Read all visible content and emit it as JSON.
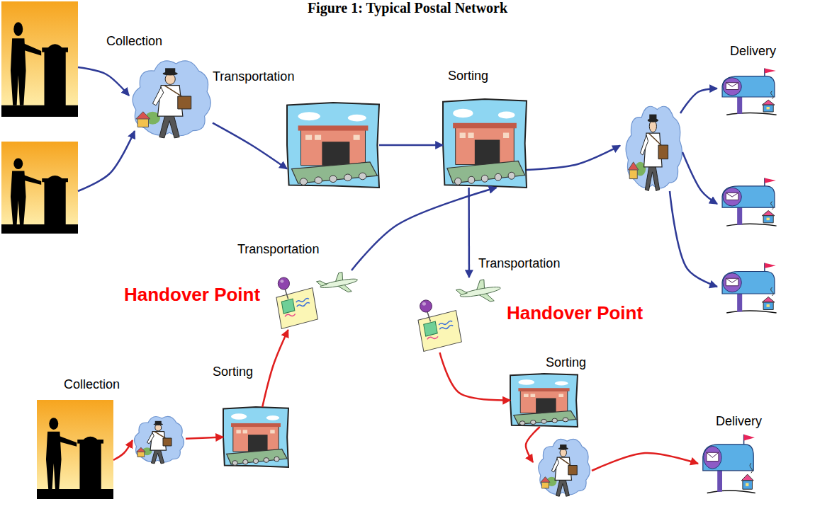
{
  "diagram": {
    "title": "Figure 1: Typical Postal Network",
    "nodes": [
      {
        "text": [
          "Collection"
        ]
      },
      {
        "text": [
          "Transportation"
        ]
      },
      {
        "text": [
          "Sorting"
        ]
      },
      {
        "text": [
          "Delivery"
        ]
      },
      {
        "text": [
          "Collection"
        ]
      },
      {
        "text": [
          "Sorting"
        ]
      },
      {
        "text": [
          "Handover Point"
        ]
      },
      {
        "text": [
          "Transportation"
        ]
      },
      {
        "text": [
          "Transportation"
        ]
      },
      {
        "text": [
          "Handover Point"
        ]
      },
      {
        "text": [
          "Sorting"
        ]
      },
      {
        "text": [
          "Delivery"
        ]
      }
    ],
    "edges": [
      {
        "from": 0,
        "to": 1,
        "arrow": "to"
      },
      {
        "from": 1,
        "to": 2,
        "arrow": "to"
      },
      {
        "from": 2,
        "to": 3,
        "arrow": "to"
      },
      {
        "from": 4,
        "to": 5,
        "arrow": "to"
      },
      {
        "from": 5,
        "to": 6,
        "arrow": "to"
      },
      {
        "from": 7,
        "to": 2,
        "arrow": "to"
      },
      {
        "from": 2,
        "to": 8,
        "arrow": "to"
      },
      {
        "from": 9,
        "to": 10,
        "arrow": "to"
      },
      {
        "from": 10,
        "to": 11,
        "arrow": "to"
      }
    ]
  }
}
